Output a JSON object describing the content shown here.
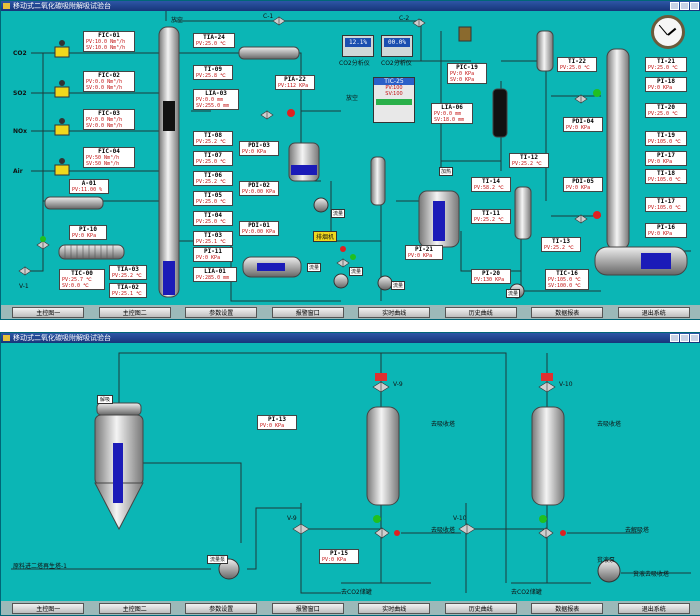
{
  "screen1": {
    "title": "移动式二氧化碳吸附解吸试验台",
    "labels": {
      "co2": "CO2",
      "so2": "SO2",
      "nox": "NOx",
      "air": "Air",
      "vent_top": "放空",
      "vent": "放空",
      "c1": "C-1",
      "c2": "C-2",
      "v1": "V-1",
      "exhaust": "排烟机",
      "gas_analyzer1": "CO2分析仪",
      "gas_analyzer2": "CO2分析仪",
      "pump1": "流量",
      "pump2": "流量",
      "pump3": "流量",
      "pump4": "流量",
      "pump5": "流量",
      "heater": "加热"
    },
    "analyzers": [
      {
        "name": "analyzer-1",
        "value": "12.1%"
      },
      {
        "name": "analyzer-2",
        "value": "00.0%"
      }
    ],
    "tic25_panel": {
      "title": "TIC-25",
      "pv": "PV:100",
      "sv": "SV:100"
    },
    "instruments": [
      {
        "id": "fic01",
        "tag": "FIC-01",
        "lines": [
          "PV:10.0 Nm³/h",
          "SV:10.0 Nm³/h"
        ]
      },
      {
        "id": "fic02",
        "tag": "FIC-02",
        "lines": [
          "PV:0.0 Nm³/h",
          "SV:0.0 Nm³/h"
        ]
      },
      {
        "id": "fic03",
        "tag": "FIC-03",
        "lines": [
          "PV:0.0 Nm³/h",
          "SV:0.0 Nm³/h"
        ]
      },
      {
        "id": "fic04",
        "tag": "FIC-04",
        "lines": [
          "PV:50 Nm³/h",
          "SV:50 Nm³/h"
        ]
      },
      {
        "id": "a01",
        "tag": "A-01",
        "lines": [
          "PV:11.00 %"
        ]
      },
      {
        "id": "pi10",
        "tag": "PI-10",
        "lines": [
          "PV:0 KPa"
        ]
      },
      {
        "id": "tic00",
        "tag": "TIC-00",
        "lines": [
          "PV:25.7 ℃",
          "SV:0.0 ℃"
        ]
      },
      {
        "id": "tia03",
        "tag": "TIA-03",
        "lines": [
          "PV:25.2 ℃"
        ]
      },
      {
        "id": "tia02",
        "tag": "TIA-02",
        "lines": [
          "PV:25.1 ℃"
        ]
      },
      {
        "id": "tia24",
        "tag": "TIA-24",
        "lines": [
          "PV:25.0 ℃"
        ]
      },
      {
        "id": "ti09",
        "tag": "TI-09",
        "lines": [
          "PV:25.8 ℃"
        ]
      },
      {
        "id": "lia03",
        "tag": "LIA-03",
        "lines": [
          "PV:0.0 mm",
          "SV:255.0 mm"
        ]
      },
      {
        "id": "pia22",
        "tag": "PIA-22",
        "lines": [
          "PV:112 KPa"
        ]
      },
      {
        "id": "ti08",
        "tag": "TI-08",
        "lines": [
          "PV:25.2 ℃"
        ]
      },
      {
        "id": "ti07",
        "tag": "TI-07",
        "lines": [
          "PV:25.0 ℃"
        ]
      },
      {
        "id": "ti06",
        "tag": "TI-06",
        "lines": [
          "PV:25.2 ℃"
        ]
      },
      {
        "id": "ti05",
        "tag": "TI-05",
        "lines": [
          "PV:25.0 ℃"
        ]
      },
      {
        "id": "ti04",
        "tag": "TI-04",
        "lines": [
          "PV:25.0 ℃"
        ]
      },
      {
        "id": "ti03",
        "tag": "TI-03",
        "lines": [
          "PV:25.1 ℃"
        ]
      },
      {
        "id": "pdi03",
        "tag": "PDI-03",
        "lines": [
          "PV:0 KPa"
        ]
      },
      {
        "id": "pdi02",
        "tag": "PDI-02",
        "lines": [
          "PV:0.00 KPa"
        ]
      },
      {
        "id": "pdi01",
        "tag": "PDI-01",
        "lines": [
          "PV:0.00 KPa"
        ]
      },
      {
        "id": "pi11",
        "tag": "PI-11",
        "lines": [
          "PV:0 KPa"
        ]
      },
      {
        "id": "lia01",
        "tag": "LIA-01",
        "lines": [
          "PV:285.0 mm"
        ]
      },
      {
        "id": "pi21",
        "tag": "PI-21",
        "lines": [
          "PV:0 KPa"
        ]
      },
      {
        "id": "pi19",
        "tag": "PIC-19",
        "lines": [
          "PV:0 KPa",
          "SV:0 KPa"
        ]
      },
      {
        "id": "lia06",
        "tag": "LIA-06",
        "lines": [
          "PV:0.0 mm",
          "SV:18.0 mm"
        ]
      },
      {
        "id": "ti14",
        "tag": "TI-14",
        "lines": [
          "PV:58.2 ℃"
        ]
      },
      {
        "id": "ti11",
        "tag": "TI-11",
        "lines": [
          "PV:25.2 ℃"
        ]
      },
      {
        "id": "ti12",
        "tag": "TI-12",
        "lines": [
          "PV:25.2 ℃"
        ]
      },
      {
        "id": "pi20",
        "tag": "PI-20",
        "lines": [
          "PV:130 KPa"
        ]
      },
      {
        "id": "ti13",
        "tag": "TI-13",
        "lines": [
          "PV:25.2 ℃"
        ]
      },
      {
        "id": "tic16",
        "tag": "TIC-16",
        "lines": [
          "PV:105.0 ℃",
          "SV:100.0 ℃"
        ]
      },
      {
        "id": "ti22",
        "tag": "TI-22",
        "lines": [
          "PV:25.0 ℃"
        ]
      },
      {
        "id": "pdi04",
        "tag": "PDI-04",
        "lines": [
          "PV:0 KPa"
        ]
      },
      {
        "id": "pdi05",
        "tag": "PDI-05",
        "lines": [
          "PV:0 KPa"
        ]
      },
      {
        "id": "ti21",
        "tag": "TI-21",
        "lines": [
          "PV:25.0 ℃"
        ]
      },
      {
        "id": "pi18",
        "tag": "PI-18",
        "lines": [
          "PV:0 KPa"
        ]
      },
      {
        "id": "ti20",
        "tag": "TI-20",
        "lines": [
          "PV:25.0 ℃"
        ]
      },
      {
        "id": "ti19",
        "tag": "TI-19",
        "lines": [
          "PV:105.0 ℃"
        ]
      },
      {
        "id": "pi17",
        "tag": "PI-17",
        "lines": [
          "PV:0 KPa"
        ]
      },
      {
        "id": "ti18",
        "tag": "TI-18",
        "lines": [
          "PV:105.0 ℃"
        ]
      },
      {
        "id": "ti17",
        "tag": "TI-17",
        "lines": [
          "PV:105.0 ℃"
        ]
      },
      {
        "id": "pi16",
        "tag": "PI-16",
        "lines": [
          "PV:0 KPa"
        ]
      }
    ],
    "nav": [
      "主控图一",
      "主控图二",
      "参数设置",
      "报警窗口",
      "实时曲线",
      "历史曲线",
      "数据报表",
      "退出系统"
    ]
  },
  "screen2": {
    "title": "移动式二氧化碳吸附解吸试验台",
    "labels": {
      "pump": "流量泵",
      "feed_in": "原料进二塔再生塔-1",
      "pi13": "PI-13",
      "pi13_v": "PV:0 KPa",
      "pi15": "PI-15",
      "pi15_v": "PV:0 KPa",
      "tower1_top": "去吸收塔",
      "tower2_top": "去吸收塔",
      "v9": "V-9",
      "v10": "V-10",
      "sv1": "V-9",
      "sv2": "V-10",
      "out1": "去吸收塔",
      "out2": "去解吸塔",
      "bottom1": "去CO2储罐",
      "bottom2": "去CO2储罐",
      "pump_right": "贫液泵",
      "out_right": "贫液去吸收塔",
      "tank": "解吸"
    },
    "nav": [
      "主控图一",
      "主控图二",
      "参数设置",
      "报警窗口",
      "实时曲线",
      "历史曲线",
      "数据报表",
      "退出系统"
    ]
  },
  "colors": {
    "background": "#0bb6b5",
    "value_text": "#c21010",
    "pipe": "#1e3a3a"
  }
}
